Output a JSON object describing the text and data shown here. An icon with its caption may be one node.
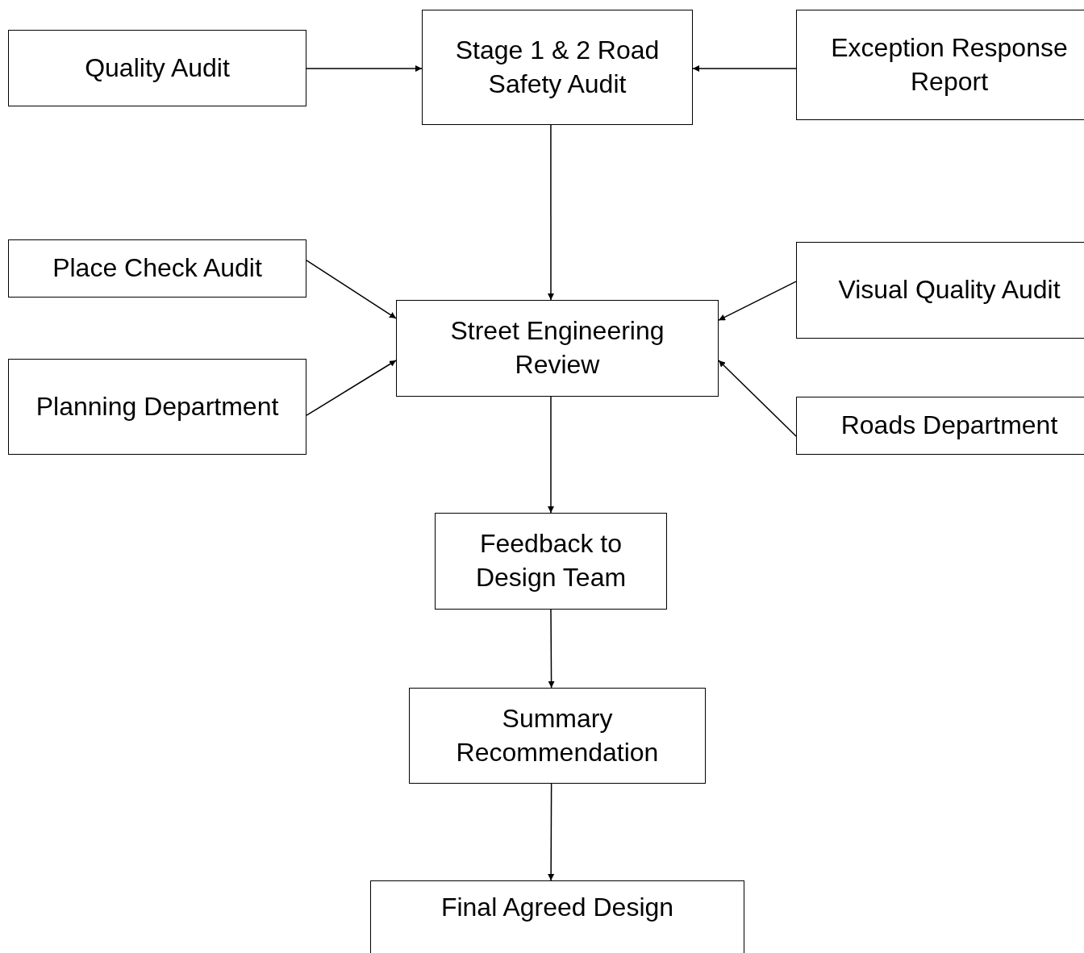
{
  "diagram": {
    "nodes": [
      {
        "text": [
          "Quality Audit"
        ]
      },
      {
        "text": [
          "Stage 1 & 2 Road Safety Audit"
        ]
      },
      {
        "text": [
          "Exception Response Report"
        ]
      },
      {
        "text": [
          "Place Check Audit"
        ]
      },
      {
        "text": [
          "Street Engineering Review"
        ]
      },
      {
        "text": [
          "Visual Quality Audit"
        ]
      },
      {
        "text": [
          "Planning Department"
        ]
      },
      {
        "text": [
          "Roads Department"
        ]
      },
      {
        "text": [
          "Feedback to Design Team"
        ]
      },
      {
        "text": [
          "Summary Recommendation"
        ]
      },
      {
        "text": [
          "Final Agreed Design"
        ]
      }
    ],
    "edges": [
      {
        "from": 0,
        "to": 1,
        "arrow": "to"
      },
      {
        "from": 2,
        "to": 1,
        "arrow": "to"
      },
      {
        "from": 1,
        "to": 4,
        "arrow": "to"
      },
      {
        "from": 3,
        "to": 4,
        "arrow": "to"
      },
      {
        "from": 6,
        "to": 4,
        "arrow": "to"
      },
      {
        "from": 5,
        "to": 4,
        "arrow": "to"
      },
      {
        "from": 7,
        "to": 4,
        "arrow": "to"
      },
      {
        "from": 4,
        "to": 8,
        "arrow": "to"
      },
      {
        "from": 8,
        "to": 9,
        "arrow": "to"
      },
      {
        "from": 9,
        "to": 10,
        "arrow": "to"
      }
    ]
  }
}
